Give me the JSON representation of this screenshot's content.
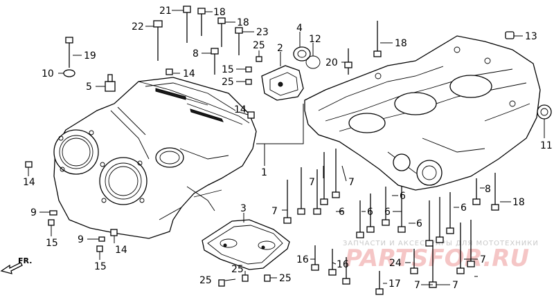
{
  "diagram": {
    "watermark_caption": "ЗАПЧАСТИ И АКСЕССУАРЫ ДЛЯ МОТОТЕХНИКИ",
    "watermark_logo": "PARTSFOR.RU",
    "direction_label": "FR.",
    "callouts": [
      "21",
      "18",
      "22",
      "18",
      "23",
      "4",
      "12",
      "13",
      "19",
      "8",
      "25",
      "2",
      "18",
      "10",
      "14",
      "15",
      "20",
      "5",
      "25",
      "14",
      "11",
      "1",
      "14",
      "7",
      "7",
      "3",
      "8",
      "6",
      "7",
      "6",
      "18",
      "9",
      "6",
      "6",
      "6",
      "15",
      "6",
      "9",
      "14",
      "15",
      "16",
      "16",
      "24",
      "7",
      "25",
      "25",
      "25",
      "17",
      "7",
      "7"
    ]
  }
}
